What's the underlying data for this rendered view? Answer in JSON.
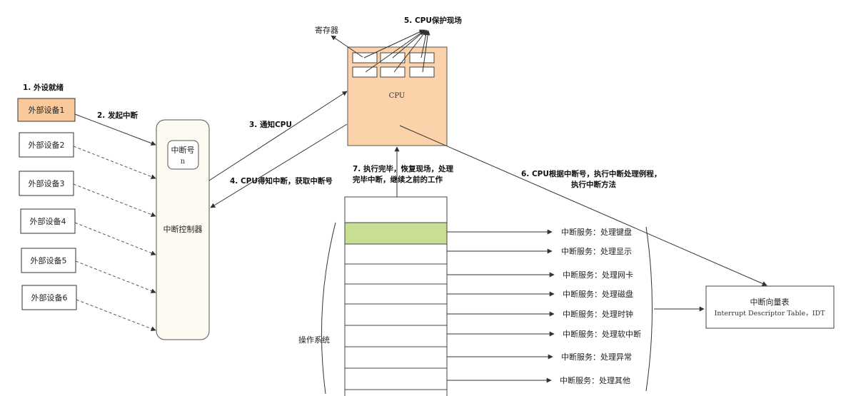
{
  "steps": {
    "s1": "1. 外设就绪",
    "s2": "2. 发起中断",
    "s3": "3. 通知CPU",
    "s4": "4. CPU得知中断，获取中断号",
    "s5": "5. CPU保护现场",
    "s6_line1": "6. CPU根据中断号，执行中断处理例程，",
    "s6_line2": "执行中断方法",
    "s7_line1": "7. 执行完毕，恢复现场，处理",
    "s7_line2": "完毕中断，继续之前的工作"
  },
  "devices": [
    "外部设备1",
    "外部设备2",
    "外部设备3",
    "外部设备4",
    "外部设备5",
    "外部设备6"
  ],
  "controller": {
    "label": "中断控制器",
    "number_label": "中断号",
    "number_value": "n"
  },
  "cpu": {
    "label": "CPU",
    "register_label": "寄存器"
  },
  "os": {
    "label": "操作系统"
  },
  "services": [
    "中断服务：处理键盘",
    "中断服务：处理显示",
    "中断服务：处理网卡",
    "中断服务：处理磁盘",
    "中断服务：处理时钟",
    "中断服务：处理软中断",
    "中断服务：处理异常",
    "中断服务：处理其他"
  ],
  "idt": {
    "title": "中断向量表",
    "subtitle": "Interrupt Descriptor Table，IDT"
  },
  "colors": {
    "device_active": "#f9c89b",
    "controller_fill": "#fdfbf1",
    "cpu_fill": "#fbd2aa",
    "active_row": "#c9de95",
    "line": "#444444"
  }
}
